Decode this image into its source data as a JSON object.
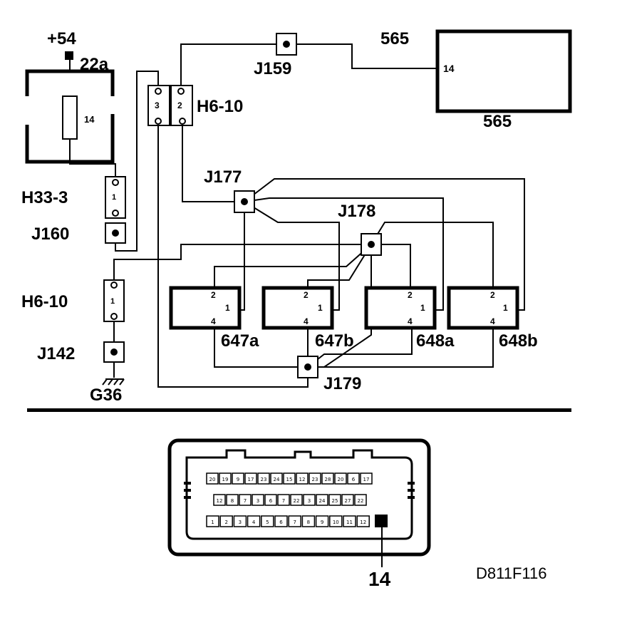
{
  "supply": {
    "label": "+54",
    "terminal": "22a"
  },
  "fuse": {
    "number": "14"
  },
  "connectors": {
    "j159": "J159",
    "j160": "J160",
    "j177": "J177",
    "j178": "J178",
    "j179": "J179",
    "j142": "J142"
  },
  "terminals": {
    "h6_10_top": "H6-10",
    "h6_10_top_pins": [
      "3",
      "2"
    ],
    "h33_3": "H33-3",
    "h33_3_pin": "1",
    "h6_10_bottom": "H6-10",
    "h6_10_bottom_pin": "1"
  },
  "ground": {
    "label": "G36"
  },
  "module_565": {
    "label_top": "565",
    "label_bottom": "565",
    "pin": "14"
  },
  "sensors": [
    {
      "id": "647a",
      "pins": [
        "2",
        "1",
        "4"
      ]
    },
    {
      "id": "647b",
      "pins": [
        "2",
        "1",
        "4"
      ]
    },
    {
      "id": "648a",
      "pins": [
        "2",
        "1",
        "4"
      ]
    },
    {
      "id": "648b",
      "pins": [
        "2",
        "1",
        "4"
      ]
    }
  ],
  "connector_view": {
    "row1": [
      "20",
      "19",
      "9",
      "17",
      "23",
      "24",
      "15",
      "12",
      "23",
      "28",
      "20",
      "6",
      "17"
    ],
    "row2": [
      "12",
      "8",
      "7",
      "3",
      "6",
      "7",
      "22",
      "3",
      "24",
      "25",
      "27",
      "22"
    ],
    "row3": [
      "1",
      "2",
      "3",
      "4",
      "5",
      "6",
      "7",
      "8",
      "9",
      "10",
      "11",
      "12"
    ],
    "pin_callout": "14"
  },
  "figure_code": "D811F116"
}
